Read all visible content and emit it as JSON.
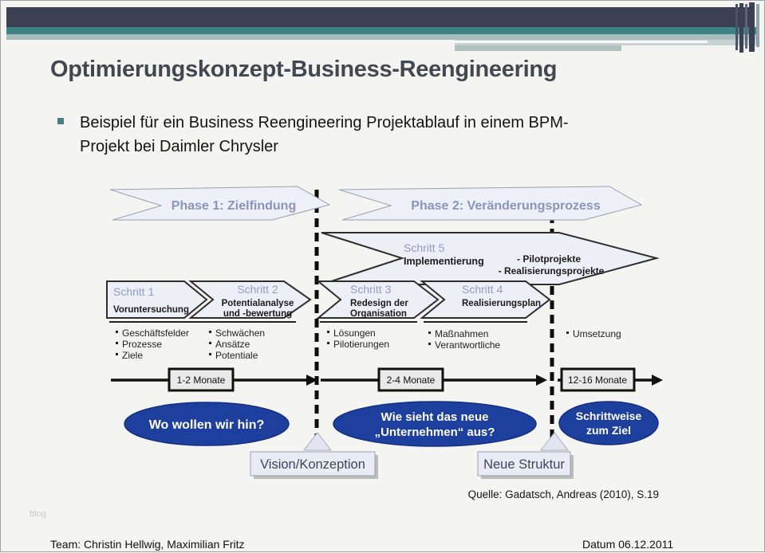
{
  "slide": {
    "title": "Optimierungskonzept-Business-Reengineering",
    "bullet_line1": "Beispiel für ein Business Reengineering Projektablauf in einem BPM-",
    "bullet_line2": "Projekt bei Daimler Chrysler",
    "source": "Quelle: Gadatsch, Andreas (2010), S.19",
    "watermark": "blog",
    "footer": {
      "team": "Team: Christin Hellwig, Maximilian Fritz",
      "date": "Datum 06.12.2011"
    }
  },
  "diagram": {
    "phases": [
      {
        "label": "Phase 1: Zielfindung"
      },
      {
        "label": "Phase 2: Veränderungsprozess"
      }
    ],
    "steps": [
      {
        "name": "Schritt 1",
        "line1": "Voruntersuchung"
      },
      {
        "name": "Schritt 2",
        "line1": "Potentialanalyse",
        "line2": "und -bewertung"
      },
      {
        "name": "Schritt 3",
        "line1": "Redesign der",
        "line2": "Organisation"
      },
      {
        "name": "Schritt 4",
        "line1": "Realisierungsplan"
      },
      {
        "name": "Schritt 5",
        "line1": "Implementierung",
        "notes": [
          "- Pilotprojekte",
          "- Realisierungsprojekte"
        ]
      }
    ],
    "lists": [
      {
        "items": [
          "Geschäftsfelder",
          "Prozesse",
          "Ziele"
        ]
      },
      {
        "items": [
          "Schwächen",
          "Ansätze",
          "Potentiale"
        ]
      },
      {
        "items": [
          "Lösungen",
          "Pilotierungen"
        ]
      },
      {
        "items": [
          "Maßnahmen",
          "Verantwortliche"
        ]
      },
      {
        "items": [
          "Umsetzung"
        ]
      }
    ],
    "durations": [
      "1-2 Monate",
      "2-4 Monate",
      "12-16 Monate"
    ],
    "ovals": [
      {
        "line1": "Wo wollen wir hin?",
        "line2": ""
      },
      {
        "line1": "Wie sieht das neue",
        "line2": "„Unternehmen“ aus?"
      },
      {
        "line1": "Schrittweise",
        "line2": "zum Ziel"
      }
    ],
    "results": [
      "Vision/Konzeption",
      "Neue Struktur"
    ],
    "colors": {
      "banner_navy": "#3b3f52",
      "banner_teal": "#3d8285",
      "oval_blue": "#1d3f9e",
      "shape_fill": "#edeff7"
    }
  }
}
